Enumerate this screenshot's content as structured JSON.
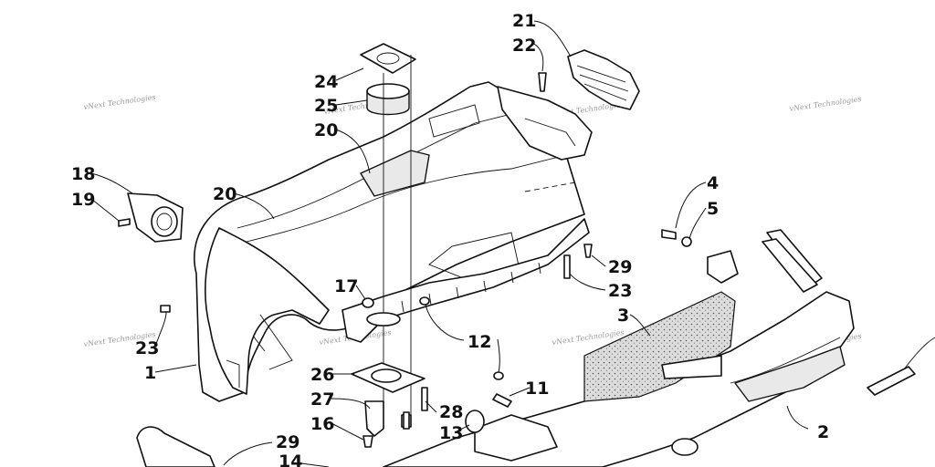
{
  "diagram": {
    "watermark_text": "vNext Technologies",
    "callouts": [
      {
        "id": "c1",
        "label": "1"
      },
      {
        "id": "c2",
        "label": "2"
      },
      {
        "id": "c3",
        "label": "3"
      },
      {
        "id": "c4",
        "label": "4"
      },
      {
        "id": "c5",
        "label": "5"
      },
      {
        "id": "c11",
        "label": "11"
      },
      {
        "id": "c12",
        "label": "12"
      },
      {
        "id": "c13",
        "label": "13"
      },
      {
        "id": "c14",
        "label": "14"
      },
      {
        "id": "c16",
        "label": "16"
      },
      {
        "id": "c17",
        "label": "17"
      },
      {
        "id": "c18",
        "label": "18"
      },
      {
        "id": "c19",
        "label": "19"
      },
      {
        "id": "c20a",
        "label": "20"
      },
      {
        "id": "c20b",
        "label": "20"
      },
      {
        "id": "c21",
        "label": "21"
      },
      {
        "id": "c22",
        "label": "22"
      },
      {
        "id": "c23a",
        "label": "23"
      },
      {
        "id": "c23b",
        "label": "23"
      },
      {
        "id": "c24",
        "label": "24"
      },
      {
        "id": "c25",
        "label": "25"
      },
      {
        "id": "c26",
        "label": "26"
      },
      {
        "id": "c27",
        "label": "27"
      },
      {
        "id": "c28",
        "label": "28"
      },
      {
        "id": "c29a",
        "label": "29"
      },
      {
        "id": "c29b",
        "label": "29"
      }
    ]
  }
}
